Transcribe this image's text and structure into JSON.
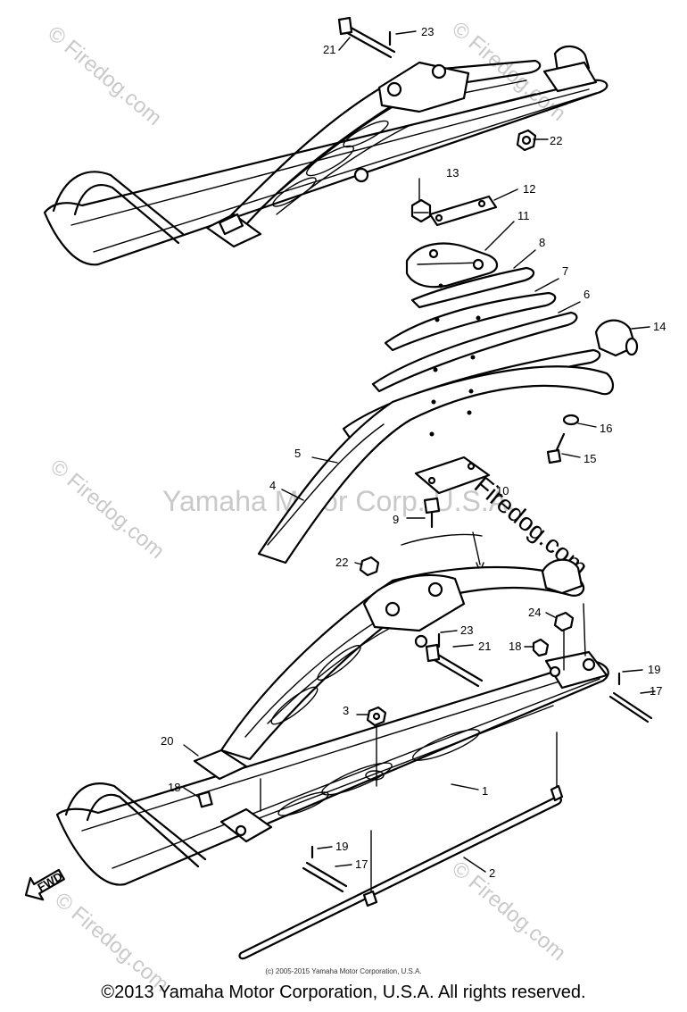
{
  "watermarks": {
    "site": "© Firedog.com",
    "center": "Yamaha Motor Corp. U.S.A."
  },
  "fwd_label": "FWD",
  "small_credit": "(c) 2005-2015 Yamaha Motor Corporation, U.S.A.",
  "copyright": "©2013 Yamaha Motor Corporation, U.S.A. All rights reserved.",
  "callouts": {
    "c23a": "23",
    "c21a": "21",
    "c22a": "22",
    "c13": "13",
    "c12": "12",
    "c11": "11",
    "c8": "8",
    "c7": "7",
    "c6": "6",
    "c14": "14",
    "c16": "16",
    "c15": "15",
    "c5": "5",
    "c4": "4",
    "c10": "10",
    "c9": "9",
    "c22b": "22",
    "c24": "24",
    "c23b": "23",
    "c21b": "21",
    "c18a": "18",
    "c19a": "19",
    "c17a": "17",
    "c3": "3",
    "c20": "20",
    "c1": "1",
    "c18b": "18",
    "c19b": "19",
    "c17b": "17",
    "c2": "2"
  }
}
